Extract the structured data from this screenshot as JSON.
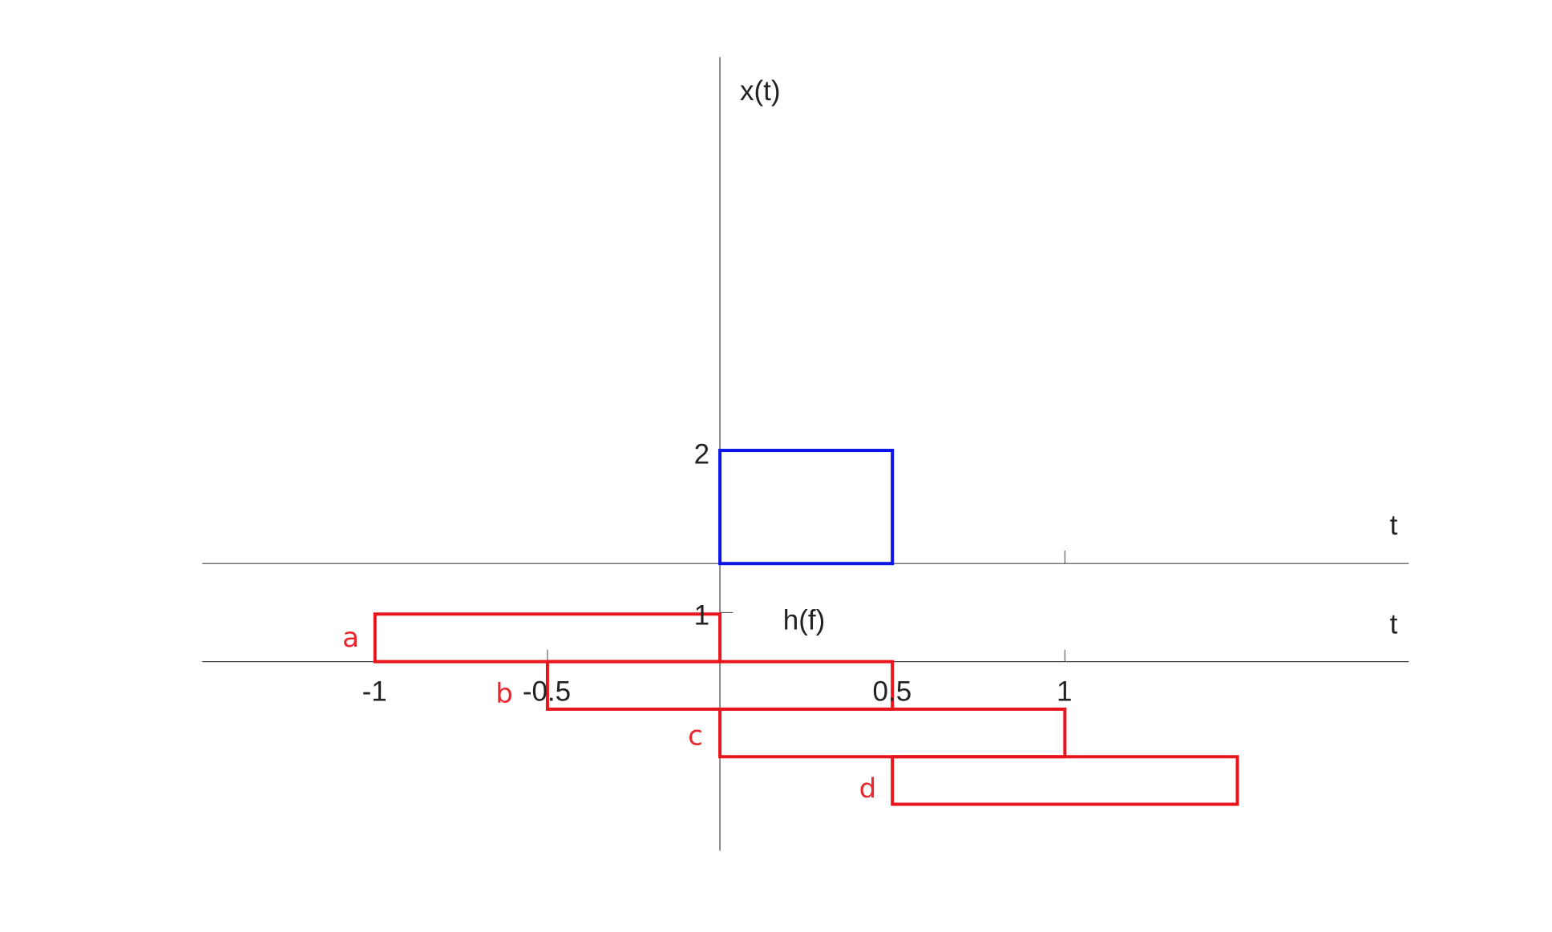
{
  "colors": {
    "axis": "#444444",
    "signal_x": "#0a14e6",
    "shifted_h": "#e8161c",
    "label_black": "#222222",
    "label_red": "#e8262b"
  },
  "top_plot": {
    "ylabel": "x(t)",
    "xlabel": "t",
    "ytick": "2",
    "signal": {
      "name": "x(t)",
      "t_start": 0,
      "t_end": 0.5,
      "value": 2
    }
  },
  "bottom_plot": {
    "ylabel": "h(f)",
    "xlabel": "t",
    "ytick": "1",
    "xticks": [
      "-1",
      "-0.5",
      "0.5",
      "1"
    ],
    "shifted_boxes": [
      {
        "label": "a",
        "t_start": -1,
        "t_end": 0
      },
      {
        "label": "b",
        "t_start": -0.5,
        "t_end": 0.5
      },
      {
        "label": "c",
        "t_start": 0,
        "t_end": 1
      },
      {
        "label": "d",
        "t_start": 0.5,
        "t_end": 1.5
      }
    ]
  }
}
